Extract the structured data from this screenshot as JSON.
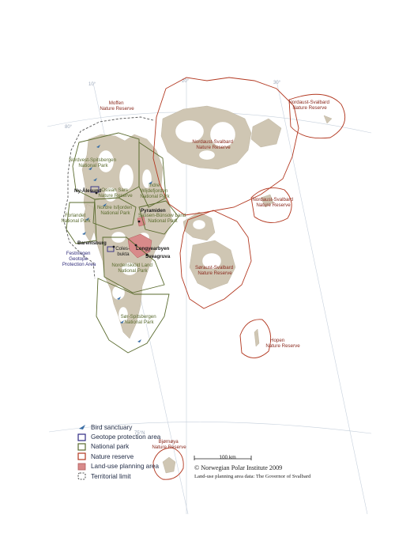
{
  "graticule": {
    "lon_10": "10°",
    "lon_20": "20°",
    "lon_30": "30°",
    "lat_80": "80°",
    "lat_75": "75°N"
  },
  "labels": {
    "mollen": [
      "Moffen",
      "Nature Reserve"
    ],
    "nordaust_svalbard_nr": [
      "Nordaust-Svalbard",
      "Nature Reserve"
    ],
    "nordaust_small_nr": [
      "Nordaust-Svalbard",
      "Nature Reserve"
    ],
    "nordaust_mid_nr": [
      "Nordaust-Svalbard",
      "Nature Reserve"
    ],
    "nordvest_np": [
      "Nordvest-Spitsbergen",
      "National Park"
    ],
    "ny_alesund": "Ny-Ålesund",
    "ossian_sars": [
      "Ossian Sars",
      "Nature Reserve"
    ],
    "indre_wijde": [
      "Indre",
      "Wijdefjorden",
      "National Park"
    ],
    "nordre_isfjorden": [
      "Nordre Isfjorden",
      "National Park"
    ],
    "pyramiden": "Pyramiden",
    "sassen": [
      "Sassen-Bünsow Land",
      "National Park"
    ],
    "forlandet": [
      "Forlandet",
      "National Park"
    ],
    "barentsburg": "Barentsburg",
    "longyearbyen": "Longyearbyen",
    "colesbukta": [
      "Coles-",
      "bukta"
    ],
    "festningen": [
      "Festningen",
      "Geotope",
      "Protection Area"
    ],
    "sveagruva": "Sveagruva",
    "nordenskiold": [
      "Nordenskiöld Land",
      "National Park"
    ],
    "soraust_nr": [
      "Søraust-Svalbard",
      "Nature Reserve"
    ],
    "sor_np": [
      "Sør-Spitsbergen",
      "National Park"
    ],
    "hopen": [
      "Hopen",
      "Nature Reserve"
    ],
    "bjornoya": [
      "Bjørnøya",
      "Nature Reserve"
    ]
  },
  "legend": {
    "items": [
      {
        "label": "Bird sanctuary",
        "symbol": "bird-icon"
      },
      {
        "label": "Geotope protection area",
        "symbol": "geotope-square-icon"
      },
      {
        "label": "National park",
        "symbol": "national-park-square-icon"
      },
      {
        "label": "Nature reserve",
        "symbol": "nature-reserve-square-icon"
      },
      {
        "label": "Land-use planning area",
        "symbol": "land-use-square-icon"
      },
      {
        "label": "Territorial limit",
        "symbol": "dashed-square-icon"
      }
    ]
  },
  "scale": {
    "label": "100 km"
  },
  "credits": {
    "copyright": "© Norwegian Polar Institute 2009",
    "source": "Land-use planning area data: The Governor of Svalbard"
  },
  "colors": {
    "land": "#cfc6b3",
    "glacier": "#ffffff",
    "national_park": "#5a6b2e",
    "nature_reserve": "#b2371f",
    "geotope": "#2f2a84",
    "land_use": "#d88a8a",
    "territorial": "#555555",
    "graticule": "#c6d0dc",
    "bird": "#3a6ea5"
  }
}
